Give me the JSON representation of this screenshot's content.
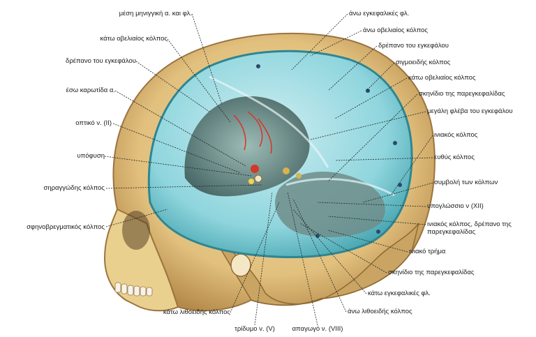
{
  "labels_left": [
    "μέση μηνιγγική α. και φλ.",
    "κάτω οβελιαίος κόλπος",
    "δρέπανο του εγκεφάλου",
    "έσω καρωτίδα α.",
    "οπτικό ν. (II)",
    "υπόφυση",
    "σηραγγώδης κόλπος",
    "σφηνοβρεγματικός κόλπος"
  ],
  "labels_right": [
    "άνω εγκεφαλικές φλ.",
    "άνω οβελιαίος κόλπος",
    "δρέπανο του εγκεφάλου",
    "σιγμοειδής κόλπος",
    "κάτω οβελιαίος κόλπος",
    "σκηνίδιο της παρεγκεφαλίδας",
    "μεγάλη φλέβα του εγκεφάλου",
    "ινιακός κόλπος",
    "ευθύς κόλπος",
    "συμβολή των κόλπων",
    "υπογλώσσιο ν (XII)",
    "ινιακός κόλπος, δρέπανο της παρεγκεφαλίδας",
    "ινιακό τρήμα",
    "σκηνίδιο της παρεγκεφαλίδας",
    "κάτω εγκεφαλικές φλ."
  ],
  "labels_bottom": [
    "κάτω λιθοειδής κόλπος",
    "τρίδυμο ν. (V)",
    "απαγωγό ν. (VIII)",
    "άνω λιθοειδής κόλπος"
  ],
  "colors": {
    "bone": "#e6c98a",
    "bone_dark": "#b48a4a",
    "dura": "#7fcfd8",
    "dura_dark": "#3f9aa5",
    "brain_cavity": "#4a6a68",
    "vein_red": "#d23a2a",
    "leader": "#222222"
  }
}
